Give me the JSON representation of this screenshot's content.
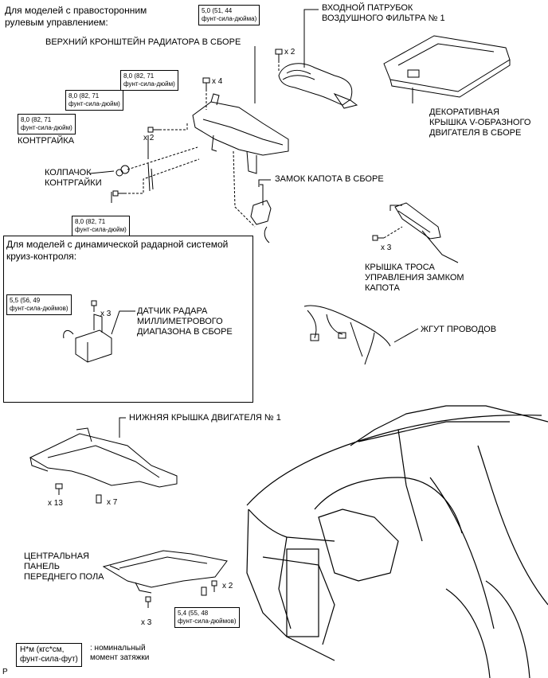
{
  "header": {
    "rhd_note": "Для моделей с правосторонним\nрулевым управлением:"
  },
  "labels": {
    "upper_radiator_support": "ВЕРХНИЙ КРОНШТЕЙН РАДИАТОРА В СБОРЕ",
    "air_inlet": "ВХОДНОЙ ПАТРУБОК\nВОЗДУШНОГО ФИЛЬТРА № 1",
    "v_bank_cover": "ДЕКОРАТИВНАЯ\nКРЫШКА V-ОБРАЗНОГО\nДВИГАТЕЛЯ В СБОРЕ",
    "locknut": "КОНТРГАЙКА",
    "locknut_cap": "КОЛПАЧОК\nКОНТРГАЙКИ",
    "hood_lock": "ЗАМОК КАПОТА В СБОРЕ",
    "hood_cable_cover": "КРЫШКА ТРОСА\nУПРАВЛЕНИЯ ЗАМКОМ\nКАПОТА",
    "wire_harness": "ЖГУТ ПРОВОДОВ",
    "radar_box_title": "Для моделей с динамической радарной системой\nкруиз-контроля:",
    "radar_sensor": "ДАТЧИК РАДАРА\nМИЛЛИМЕТРОВОГО\nДИАПАЗОНА В СБОРЕ",
    "engine_under_cover": "НИЖНЯЯ КРЫШКА ДВИГАТЕЛЯ № 1",
    "center_floor_panel": "ЦЕНТРАЛЬНАЯ\nПАНЕЛЬ\nПЕРЕДНЕГО ПОЛА"
  },
  "torques": {
    "air_inlet": {
      "value": "5,0 (51, 44",
      "unit": "фунт-сила-дюйма)"
    },
    "support_top": {
      "value": "8,0 (82, 71",
      "unit": "фунт-сила-дюйм)"
    },
    "support_mid": {
      "value": "8,0 (82, 71",
      "unit": "фунт-сила-дюйм)"
    },
    "locknut": {
      "value": "8,0 (82, 71",
      "unit": "фунт-сила-дюйм)"
    },
    "lower_bolt": {
      "value": "8,0 (82, 71",
      "unit": "фунт-сила-дюйм)"
    },
    "radar": {
      "value": "5,5 (56, 49",
      "unit": "фунт-сила-дюймов)"
    },
    "floor_panel": {
      "value": "5,4 (55, 48",
      "unit": "фунт-сила-дюймов)"
    }
  },
  "quantities": {
    "air_inlet": "x 2",
    "support_top": "x 4",
    "support_mid": "x 2",
    "hood_cable": "x 3",
    "radar": "x 3",
    "under_cover_a": "x 13",
    "under_cover_b": "x 7",
    "floor_a": "x 2",
    "floor_b": "x 3"
  },
  "legend": {
    "key": "Н*м (кгс*см,\nфунт-сила-фут)",
    "desc": ": номинальный\nмомент затяжки"
  },
  "corner_mark": "P"
}
